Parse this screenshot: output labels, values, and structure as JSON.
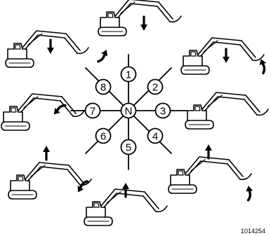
{
  "diagram": {
    "center_label": "N",
    "positions": [
      "1",
      "2",
      "3",
      "4",
      "5",
      "6",
      "7",
      "8"
    ],
    "figure_code": "1014254"
  },
  "colors": {
    "ink": "#000000",
    "background": "#ffffff"
  },
  "icons": {
    "machine": "excavator-icon",
    "straight_arrow": "arrow-icon",
    "curved_arrow": "curved-arrow-icon"
  }
}
